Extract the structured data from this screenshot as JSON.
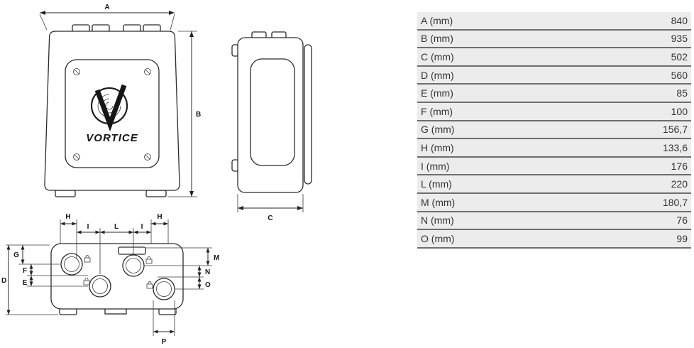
{
  "brand": "VORTICE",
  "table": {
    "rows": [
      {
        "label": "A (mm)",
        "value": "840"
      },
      {
        "label": "B (mm)",
        "value": "935"
      },
      {
        "label": "C (mm)",
        "value": "502"
      },
      {
        "label": "D (mm)",
        "value": "560"
      },
      {
        "label": "E (mm)",
        "value": "85"
      },
      {
        "label": "F (mm)",
        "value": "100"
      },
      {
        "label": "G (mm)",
        "value": "156,7"
      },
      {
        "label": "H (mm)",
        "value": "133,6"
      },
      {
        "label": "I (mm)",
        "value": "176"
      },
      {
        "label": "L (mm)",
        "value": "220"
      },
      {
        "label": "M (mm)",
        "value": "180,7"
      },
      {
        "label": "N (mm)",
        "value": "76"
      },
      {
        "label": "O (mm)",
        "value": "99"
      }
    ]
  },
  "diagram": {
    "labels": {
      "A": "A",
      "B": "B",
      "C": "C",
      "D": "D",
      "E": "E",
      "F": "F",
      "G": "G",
      "H": "H",
      "I": "I",
      "L": "L",
      "M": "M",
      "N": "N",
      "O": "O",
      "P": "P"
    }
  },
  "colors": {
    "row_background": "#ececec",
    "row_border": "#6d6e71",
    "line": "#2b2b2b"
  }
}
